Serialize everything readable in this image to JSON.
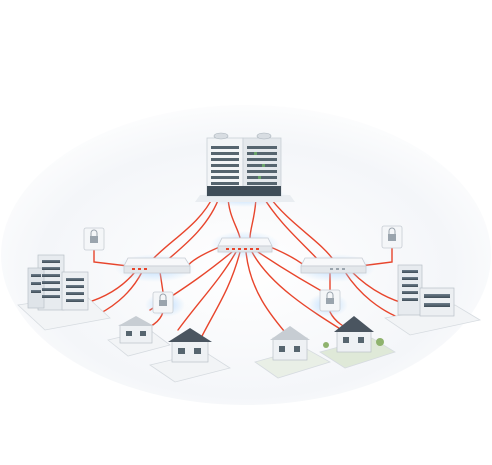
{
  "diagram": {
    "nodes": [
      {
        "id": "datacenter",
        "kind": "server-tower"
      },
      {
        "id": "core-switch",
        "kind": "network-switch"
      },
      {
        "id": "switch-left",
        "kind": "network-switch"
      },
      {
        "id": "switch-right",
        "kind": "network-switch"
      },
      {
        "id": "lock-left",
        "kind": "security-lock"
      },
      {
        "id": "lock-right",
        "kind": "security-lock"
      },
      {
        "id": "lock-mid-left",
        "kind": "security-lock"
      },
      {
        "id": "lock-mid-right",
        "kind": "security-lock"
      },
      {
        "id": "office-left",
        "kind": "office-buildings"
      },
      {
        "id": "office-right",
        "kind": "office-buildings"
      },
      {
        "id": "house-1",
        "kind": "house"
      },
      {
        "id": "house-2",
        "kind": "house"
      },
      {
        "id": "house-3",
        "kind": "house"
      },
      {
        "id": "house-4",
        "kind": "house"
      }
    ],
    "link_color": "#e8452c",
    "accent_glow": "#bfe0ff"
  }
}
